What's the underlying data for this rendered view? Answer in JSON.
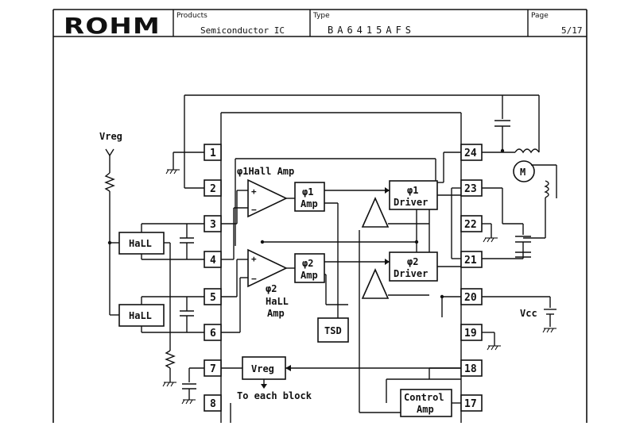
{
  "header": {
    "logo": "ROHM",
    "products_label": "Products",
    "products_value": "Semiconductor IC",
    "type_label": "Type",
    "type_value": "BA6415AFS",
    "page_label": "Page",
    "page_value": "5/17"
  },
  "schematic": {
    "left_pins": [
      "1",
      "2",
      "3",
      "4",
      "5",
      "6",
      "7",
      "8"
    ],
    "right_pins": [
      "24",
      "23",
      "22",
      "21",
      "20",
      "19",
      "18",
      "17"
    ],
    "blocks": {
      "amp1": "φ1",
      "amp1_sub": "Amp",
      "amp2": "φ2",
      "amp2_sub": "Amp",
      "driver1": "φ1",
      "driver1_sub": "Driver",
      "driver2": "φ2",
      "driver2_sub": "Driver",
      "tsd": "TSD",
      "vreg": "Vreg",
      "control": "Control",
      "control_sub": "Amp",
      "hall1": "HaLL",
      "hall2": "HaLL",
      "motor": "M"
    },
    "labels": {
      "vreg_ext": "Vreg",
      "hall_amp1": "φ1Hall Amp",
      "hall_amp2": "φ2",
      "hall_amp2_line2": "HaLL",
      "hall_amp2_line3": "Amp",
      "to_each_block": "To each block",
      "vcc": "Vcc"
    }
  }
}
